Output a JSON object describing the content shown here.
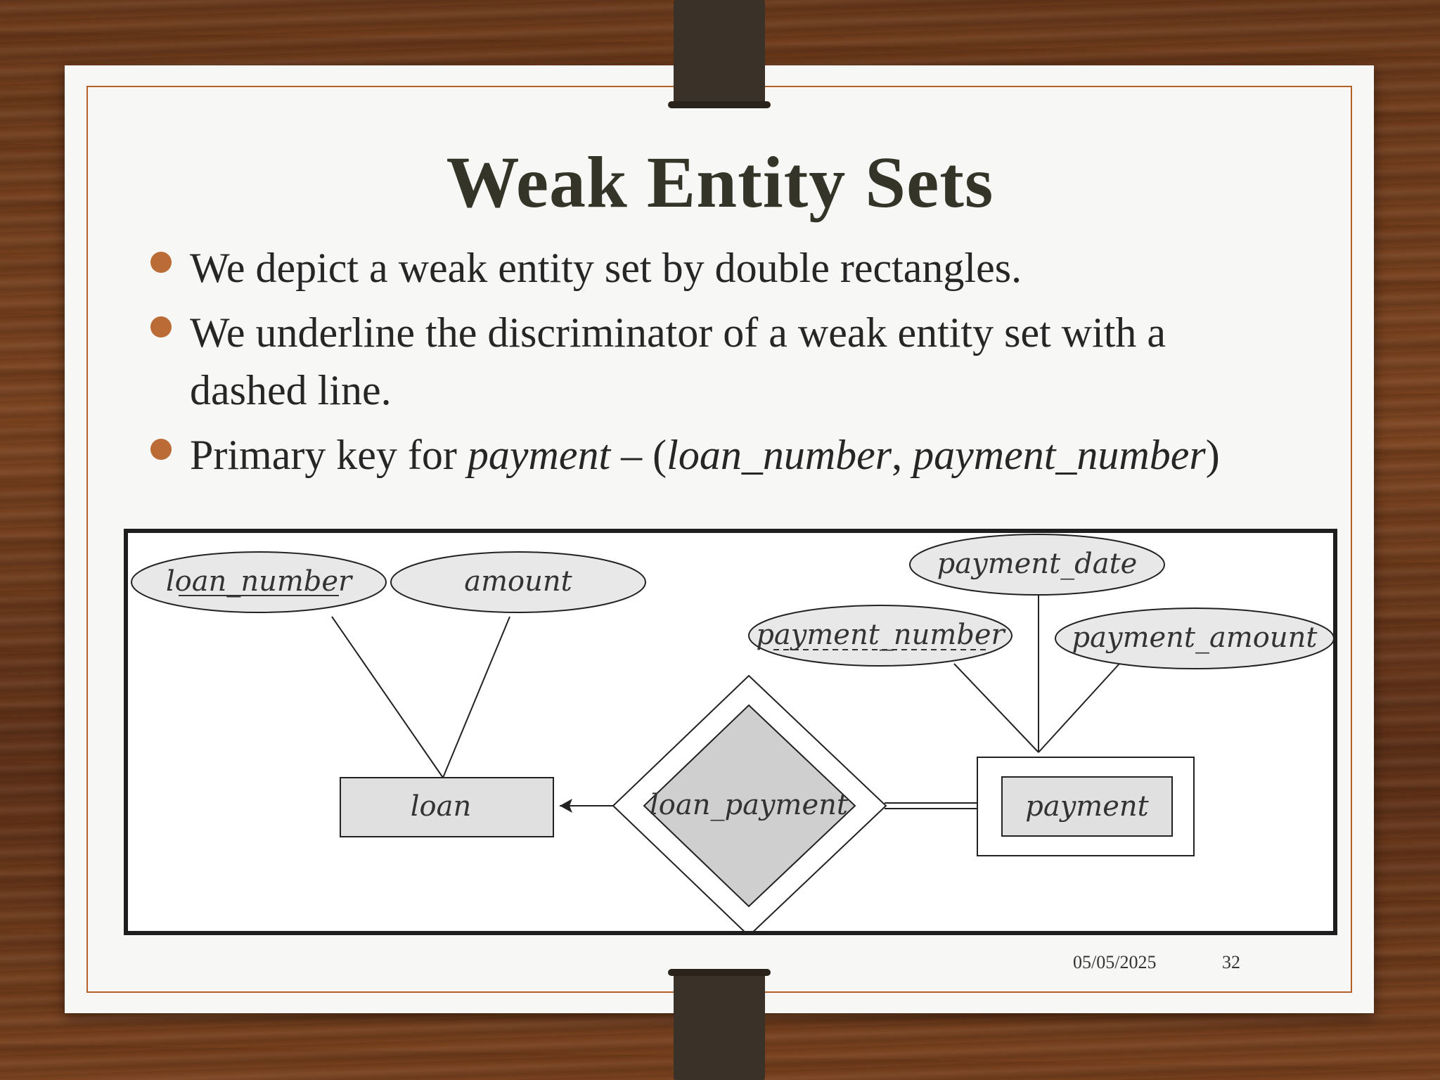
{
  "slide": {
    "title": "Weak Entity Sets",
    "bullets": [
      {
        "text": "We depict a weak entity set by double rectangles."
      },
      {
        "line1": "We underline the discriminator of a weak entity set  with a",
        "line2": "dashed line."
      },
      {
        "prefix": "Primary key for ",
        "italic1": "payment",
        "dash": " – (",
        "italic2": "loan_number",
        "comma": ", ",
        "italic3": "payment_number",
        "suffix": ")"
      }
    ],
    "date": "05/05/2025",
    "page_number": "32"
  },
  "diagram": {
    "attributes": {
      "loan_number": "loan_number",
      "amount": "amount",
      "payment_date": "payment_date",
      "payment_number": "payment_number",
      "payment_amount": "payment_amount"
    },
    "entities": {
      "loan": "loan",
      "payment": "payment"
    },
    "relationship": "loan_payment"
  }
}
